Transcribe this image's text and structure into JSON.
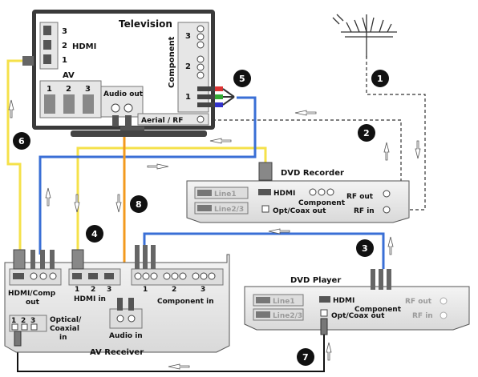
{
  "devices": {
    "tv": {
      "title": "Television",
      "hdmi_label": "HDMI",
      "hdmi_ports": [
        "3",
        "2",
        "1"
      ],
      "av_label": "AV",
      "av_ports": [
        "1",
        "2",
        "3"
      ],
      "audio_out_label": "Audio out",
      "component_label": "Component",
      "component_ports": [
        "3",
        "2",
        "1"
      ],
      "aerial_label": "Aerial / RF"
    },
    "dvd_recorder": {
      "title": "DVD Recorder",
      "line1": "Line1",
      "line23": "Line2/3",
      "hdmi": "HDMI",
      "component": "Component",
      "opt_coax": "Opt/Coax out",
      "rf_out": "RF out",
      "rf_in": "RF in"
    },
    "dvd_player": {
      "title": "DVD Player",
      "line1": "Line1",
      "line23": "Line2/3",
      "hdmi": "HDMI",
      "component": "Component",
      "opt_coax": "Opt/Coax out",
      "rf_out": "RF out",
      "rf_in": "RF in"
    },
    "receiver": {
      "title": "AV Receiver",
      "hdmi_comp": "HDMI/Comp",
      "out": "out",
      "hdmi_in": "HDMI in",
      "hdmi_in_ports": [
        "1",
        "2",
        "3"
      ],
      "component_in": "Component in",
      "component_in_ports": [
        "1",
        "2",
        "3"
      ],
      "audio_in": "Audio in",
      "optical": "Optical/",
      "coaxial": "Coaxial",
      "in": "in",
      "opt_ports": [
        "1",
        "2",
        "3"
      ]
    }
  },
  "callouts": [
    "1",
    "2",
    "3",
    "4",
    "5",
    "6",
    "7",
    "8"
  ],
  "colors": {
    "hdmi_cable": "#f5e14a",
    "component_cable": "#3a6fd6",
    "audio_cable": "#f39a1e",
    "rf_cable": "#333333",
    "optical_cable": "#111111"
  }
}
